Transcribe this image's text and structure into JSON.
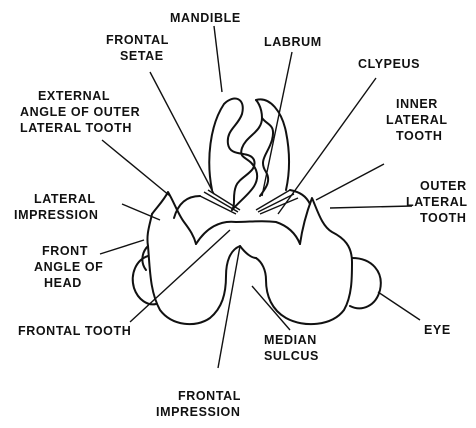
{
  "labels": {
    "mandible": "MANDIBLE",
    "frontal_setae": [
      "FRONTAL",
      "SETAE"
    ],
    "labrum": "LABRUM",
    "clypeus": "CLYPEUS",
    "external_angle": [
      "EXTERNAL",
      "ANGLE OF OUTER",
      "LATERAL TOOTH"
    ],
    "inner_lateral_tooth": [
      "INNER",
      "LATERAL",
      "TOOTH"
    ],
    "lateral_impression": [
      "LATERAL",
      "IMPRESSION"
    ],
    "outer_lateral_tooth": [
      "OUTER",
      "LATERAL",
      "TOOTH"
    ],
    "front_angle_of_head": [
      "FRONT",
      "ANGLE OF",
      "HEAD"
    ],
    "eye": "EYE",
    "frontal_tooth": "FRONTAL TOOTH",
    "median_sulcus": [
      "MEDIAN",
      "SULCUS"
    ],
    "frontal_impression": [
      "FRONTAL",
      "IMPRESSION"
    ]
  }
}
